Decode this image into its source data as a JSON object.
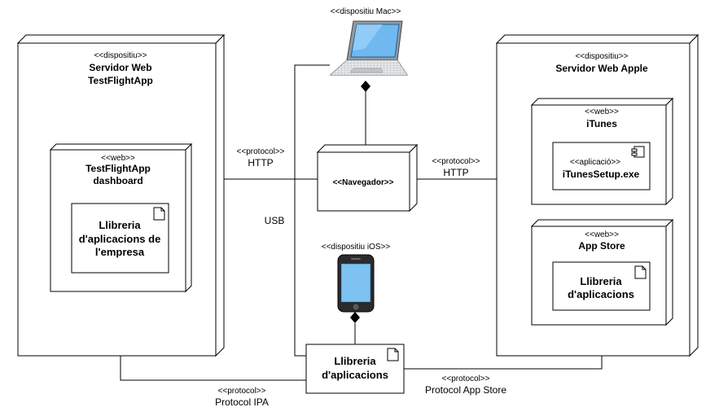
{
  "nodes": {
    "servidor_tf": {
      "stereotype": "<<dispositiu>>",
      "title_1": "Servidor Web",
      "title_2": "TestFlightApp"
    },
    "dashboard": {
      "stereotype": "<<web>>",
      "title_1": "TestFlightApp",
      "title_2": "dashboard"
    },
    "llibreria_empresa": {
      "line_1": "Llibreria",
      "line_2": "d'aplicacions de",
      "line_3": "l'empresa"
    },
    "mac": {
      "stereotype": "<<dispositiu Mac>>"
    },
    "navegador": {
      "label": "<<Navegador>>"
    },
    "ios": {
      "stereotype": "<<dispositiu iOS>>"
    },
    "llibreria_central": {
      "line_1": "Llibreria",
      "line_2": "d'aplicacions"
    },
    "servidor_apple": {
      "stereotype": "<<dispositiu>>",
      "title": "Servidor Web Apple"
    },
    "itunes": {
      "stereotype": "<<web>>",
      "title": "iTunes"
    },
    "itunes_setup": {
      "stereotype": "<<aplicació>>",
      "title": "iTunesSetup.exe"
    },
    "appstore": {
      "stereotype": "<<web>>",
      "title": "App Store"
    },
    "llibreria_appstore": {
      "line_1": "Llibreria",
      "line_2": "d'aplicacions"
    }
  },
  "connections": {
    "left_http": {
      "stereotype": "<<protocol>>",
      "name": "HTTP"
    },
    "right_http": {
      "stereotype": "<<protocol>>",
      "name": "HTTP"
    },
    "usb": {
      "name": "USB"
    },
    "ipa": {
      "stereotype": "<<protocol>>",
      "name": "Protocol IPA"
    },
    "appstore_protocol": {
      "stereotype": "<<protocol>>",
      "name": "Protocol App Store"
    }
  }
}
